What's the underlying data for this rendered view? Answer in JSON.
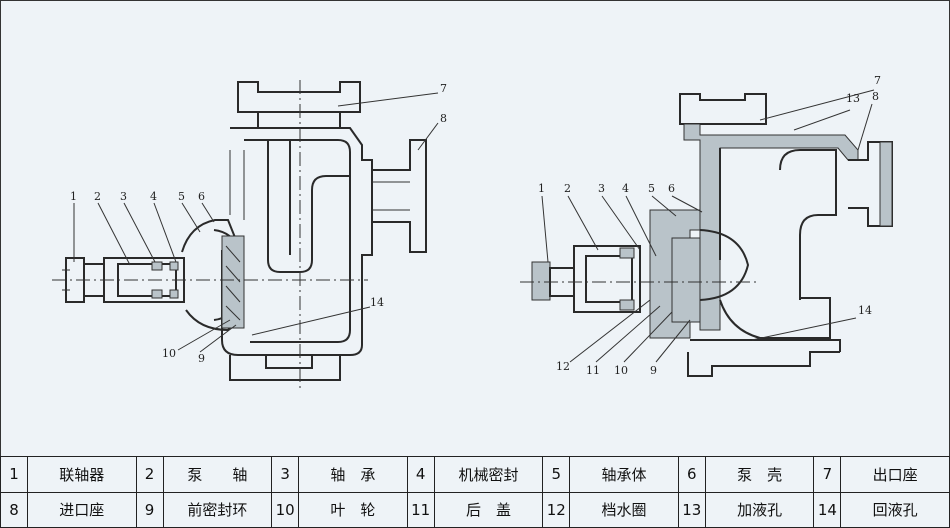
{
  "figure": {
    "left_callouts": [
      "1",
      "2",
      "3",
      "4",
      "5",
      "6",
      "7",
      "8",
      "9",
      "10",
      "14"
    ],
    "right_callouts": [
      "1",
      "2",
      "3",
      "4",
      "5",
      "6",
      "7",
      "8",
      "9",
      "10",
      "11",
      "12",
      "13",
      "14"
    ]
  },
  "legend": {
    "rows": [
      [
        {
          "num": "1",
          "name": "联轴器"
        },
        {
          "num": "2",
          "name": "泵　　轴"
        },
        {
          "num": "3",
          "name": "轴　承"
        },
        {
          "num": "4",
          "name": "机械密封"
        },
        {
          "num": "5",
          "name": "轴承体"
        },
        {
          "num": "6",
          "name": "泵　壳"
        },
        {
          "num": "7",
          "name": "出口座"
        }
      ],
      [
        {
          "num": "8",
          "name": "进口座"
        },
        {
          "num": "9",
          "name": "前密封环"
        },
        {
          "num": "10",
          "name": "叶　轮"
        },
        {
          "num": "11",
          "name": "后　盖"
        },
        {
          "num": "12",
          "name": "档水圈"
        },
        {
          "num": "13",
          "name": "加液孔"
        },
        {
          "num": "14",
          "name": "回液孔"
        }
      ]
    ]
  }
}
